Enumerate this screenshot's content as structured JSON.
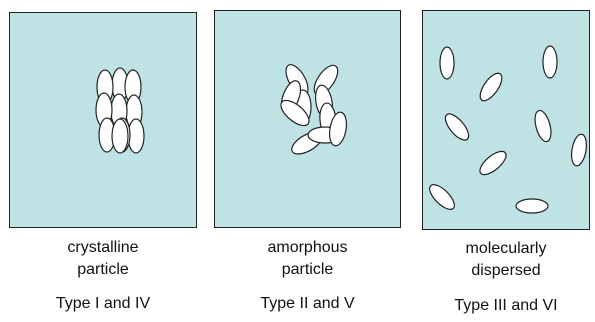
{
  "panels": [
    {
      "caption_line1": "crystalline",
      "caption_line2": "particle",
      "type_label": "Type I and IV"
    },
    {
      "caption_line1": "amorphous",
      "caption_line2": "particle",
      "type_label": "Type II and V"
    },
    {
      "caption_line1": "molecularly",
      "caption_line2": "dispersed",
      "type_label": "Type III and VI"
    }
  ],
  "colors": {
    "panel_fill": "#bfe3e4",
    "panel_border": "#222222",
    "particle_fill": "#ffffff",
    "particle_stroke": "#222222"
  }
}
